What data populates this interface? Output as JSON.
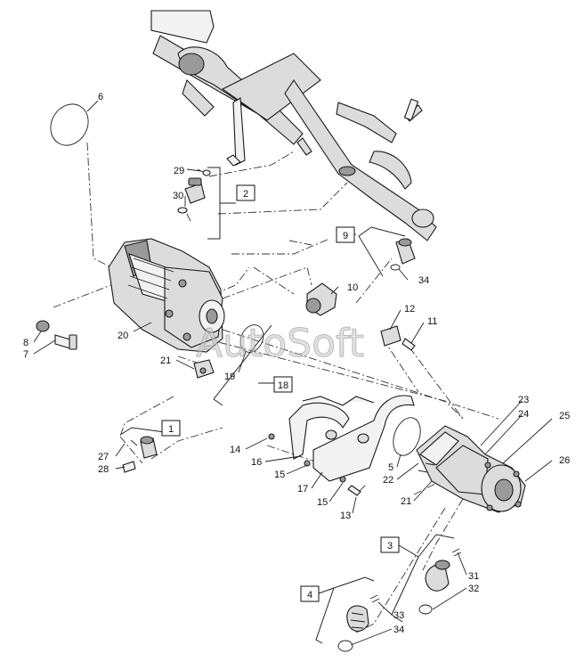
{
  "watermark": "AutoSoft",
  "boxed_labels": {
    "b1": "1",
    "b2": "2",
    "b3": "3",
    "b4": "4",
    "b9": "9",
    "b18": "18"
  },
  "callouts": {
    "c6": "6",
    "c29": "29",
    "c30": "30",
    "c20": "20",
    "c8": "8",
    "c7": "7",
    "c21a": "21",
    "c19": "19",
    "c10": "10",
    "c34a": "34",
    "c12": "12",
    "c11": "11",
    "c27": "27",
    "c28": "28",
    "c14": "14",
    "c16": "16",
    "c15a": "15",
    "c17": "17",
    "c15b": "15",
    "c13": "13",
    "c5": "5",
    "c22": "22",
    "c21b": "21",
    "c23": "23",
    "c24": "24",
    "c25": "25",
    "c26": "26",
    "c31": "31",
    "c32": "32",
    "c33": "33",
    "c34b": "34"
  }
}
